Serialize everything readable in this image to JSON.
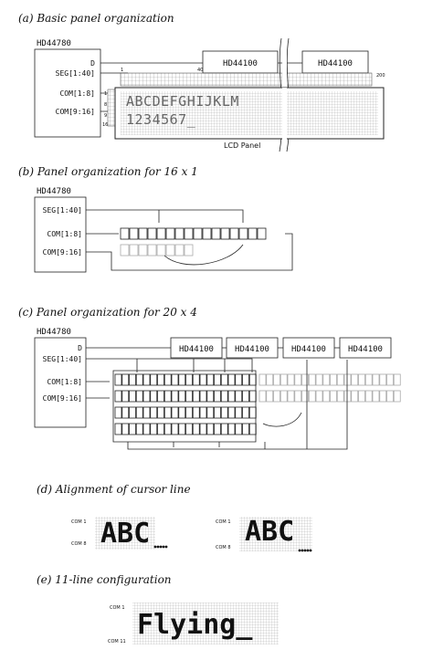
{
  "sections": {
    "a": {
      "title": "(a) Basic panel organization",
      "controller": "HD44780",
      "pins": [
        "D",
        "SEG[1:40]",
        "COM[1:8]",
        "COM[9:16]"
      ],
      "driver1": "HD44100",
      "driver2": "HD44100",
      "seg_start": "1",
      "seg_mid": "40",
      "seg_end": "200",
      "com_1": "1",
      "com_8": "8",
      "com_9": "9",
      "com_16": "16",
      "row1": "ABCDEFGHIJKLM",
      "row2": "1234567_",
      "panel_label": "LCD Panel"
    },
    "b": {
      "title": "(b) Panel organization for 16 x 1",
      "controller": "HD44780",
      "pins": [
        "SEG[1:40]",
        "COM[1:8]",
        "COM[9:16]"
      ]
    },
    "c": {
      "title": "(c) Panel organization for 20 x 4",
      "controller": "HD44780",
      "pins": [
        "D",
        "SEG[1:40]",
        "COM[1:8]",
        "COM[9:16]"
      ],
      "drivers": [
        "HD44100",
        "HD44100",
        "HD44100",
        "HD44100"
      ]
    },
    "d": {
      "title": "(d) Alignment of cursor line",
      "left_text": "ABC",
      "right_text": "ABC",
      "com_top": "COM 1",
      "com_bottom": "COM 8"
    },
    "e": {
      "title": "(e) 11-line configuration",
      "text": "Flying_",
      "com_top": "COM 1",
      "com_bottom": "COM 11"
    }
  }
}
